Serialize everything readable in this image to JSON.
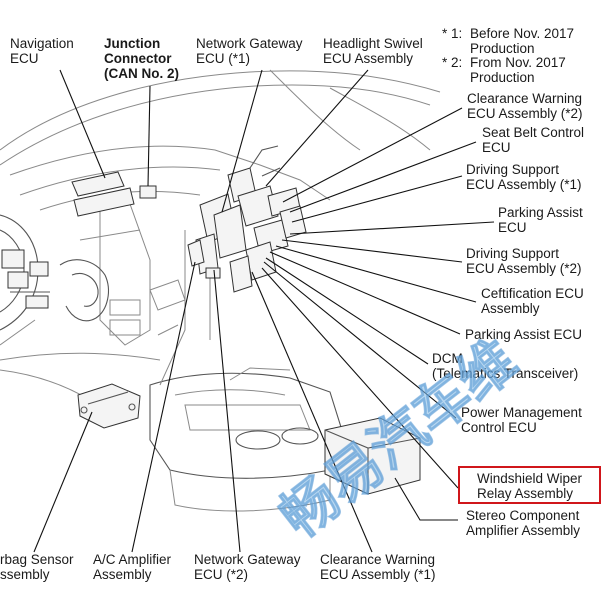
{
  "notes": [
    {
      "marker": "* 1:",
      "lines": [
        "Before Nov. 2017",
        "Production"
      ]
    },
    {
      "marker": "* 2:",
      "lines": [
        "From Nov. 2017",
        "Production"
      ]
    }
  ],
  "labels": {
    "navigation_ecu": [
      "Navigation",
      "ECU"
    ],
    "junction_connector": [
      "Junction",
      "Connector",
      "(CAN No. 2)"
    ],
    "network_gateway_1": [
      "Network Gateway",
      "ECU (*1)"
    ],
    "headlight_swivel": [
      "Headlight Swivel",
      "ECU Assembly"
    ],
    "clearance_warning_2": [
      "Clearance Warning",
      "ECU Assembly (*2)"
    ],
    "seat_belt_control": [
      "Seat Belt Control",
      "ECU"
    ],
    "driving_support_1": [
      "Driving Support",
      "ECU Assembly (*1)"
    ],
    "parking_assist_ecu": [
      "Parking Assist",
      "ECU"
    ],
    "driving_support_2": [
      "Driving Support",
      "ECU Assembly (*2)"
    ],
    "certification_ecu": [
      "Ceftification ECU",
      "Assembly"
    ],
    "parking_assist_ecu_2": [
      "Parking Assist ECU"
    ],
    "dcm": [
      "DCM",
      "(Telematics Transceiver)"
    ],
    "power_management": [
      "Power Management",
      "Control ECU"
    ],
    "windshield_wiper": [
      "Windshield Wiper",
      "Relay Assembly"
    ],
    "stereo_component": [
      "Stereo Component",
      "Amplifier Assembly"
    ],
    "airbag_sensor": [
      "rbag Sensor",
      "ssembly"
    ],
    "ac_amplifier": [
      "A/C Amplifier",
      "Assembly"
    ],
    "network_gateway_2": [
      "Network Gateway",
      "ECU (*2)"
    ],
    "clearance_warning_1": [
      "Clearance Warning",
      "ECU Assembly (*1)"
    ]
  },
  "highlight": {
    "target": "Windshield Wiper Relay Assembly",
    "color": "#d0161b"
  },
  "watermark": "畅易汽车维",
  "colors": {
    "watermark_fill": "#7fb8e6",
    "label_text": "#1a1a1a"
  }
}
